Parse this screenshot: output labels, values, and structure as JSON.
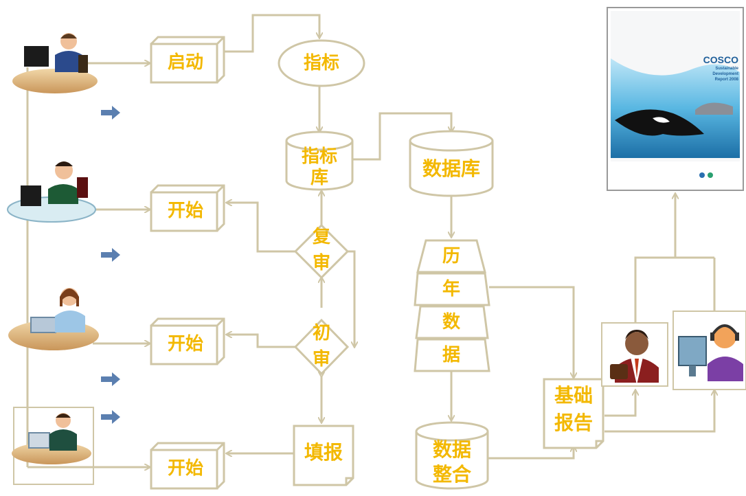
{
  "diagram": {
    "start_boxes": {
      "launch": "启动",
      "start_1": "开始",
      "start_2": "开始",
      "start_3": "开始"
    },
    "indicator": "指标",
    "indicator_db": [
      "指标",
      "库"
    ],
    "database": "数据库",
    "recheck": [
      "复",
      "审"
    ],
    "first_check": [
      "初",
      "审"
    ],
    "fill_report": "填报",
    "historical_data": [
      "历",
      "年",
      "数",
      "据"
    ],
    "data_integration": [
      "数据",
      "整合"
    ],
    "basic_report": [
      "基础",
      "报告"
    ],
    "report_cover": {
      "brand": "COSCO",
      "subtitle_lines": [
        "Sustainable",
        "Development",
        "Report 2008"
      ]
    }
  },
  "colors": {
    "stroke": "#cfc6a6",
    "label": "#f3b800",
    "arrow_blue": "#5b7fb0"
  }
}
